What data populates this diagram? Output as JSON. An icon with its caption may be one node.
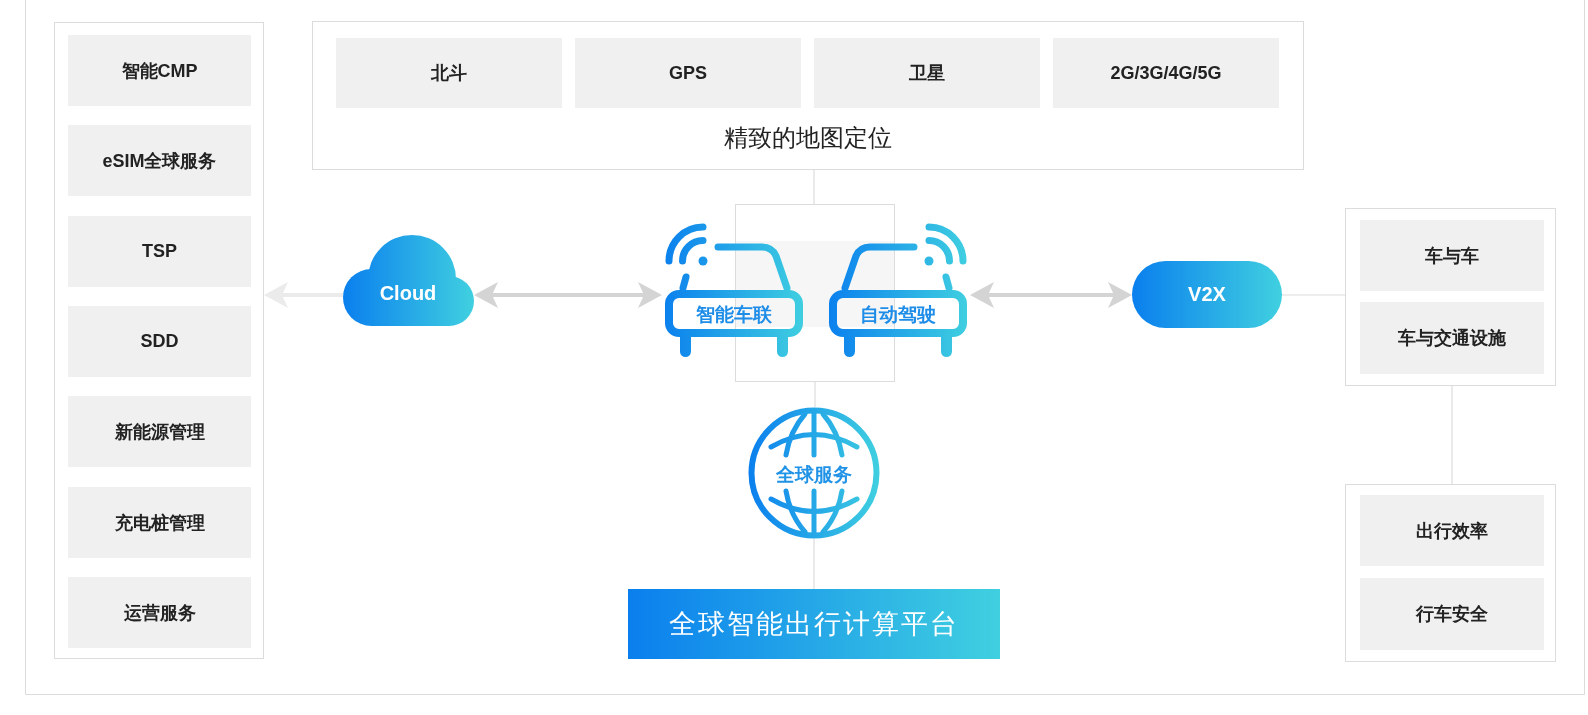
{
  "diagram": {
    "nodes": [
      {
        "text": [],
        "shape": "box"
      },
      {
        "text": [
          "智能CMP"
        ],
        "in": 0
      },
      {
        "text": [
          "eSIM全球服务"
        ],
        "in": 0
      },
      {
        "text": [
          "TSP"
        ],
        "in": 0
      },
      {
        "text": [
          "SDD"
        ],
        "in": 0
      },
      {
        "text": [
          "新能源管理"
        ],
        "in": 0
      },
      {
        "text": [
          "充电桩管理"
        ],
        "in": 0
      },
      {
        "text": [
          "运营服务"
        ],
        "in": 0
      },
      {
        "text": [
          "精致的地图定位"
        ]
      },
      {
        "text": [
          "北斗"
        ],
        "in": 8
      },
      {
        "text": [
          "GPS"
        ],
        "in": 8
      },
      {
        "text": [
          "卫星"
        ],
        "in": 8
      },
      {
        "text": [
          "2G/3G/4G/5G"
        ],
        "in": 8
      },
      {
        "text": [
          "Cloud"
        ]
      },
      {
        "text": [],
        "shape": "box"
      },
      {
        "text": [
          "智能车联"
        ]
      },
      {
        "text": [
          "自动驾驶"
        ]
      },
      {
        "text": [
          "V2X"
        ]
      },
      {
        "text": [],
        "shape": "box"
      },
      {
        "text": [
          "车与车"
        ],
        "in": 18
      },
      {
        "text": [
          "车与交通设施"
        ],
        "in": 18
      },
      {
        "text": [
          "全球服务"
        ]
      },
      {
        "text": [],
        "shape": "box"
      },
      {
        "text": [
          "出行效率"
        ],
        "in": 22
      },
      {
        "text": [
          "行车安全"
        ],
        "in": 22
      },
      {
        "text": [
          "全球智能出行计算平台"
        ]
      }
    ],
    "edges": [
      {
        "from": 13,
        "to": 0,
        "arrow": "to",
        "style": "thick",
        "color": "#ebebeb"
      },
      {
        "from": 13,
        "to": 15,
        "arrow": "both",
        "style": "thick"
      },
      {
        "from": 16,
        "to": 17,
        "arrow": "both",
        "style": "thick"
      },
      {
        "from": 8,
        "to": 14,
        "arrow": "none"
      },
      {
        "from": 14,
        "to": 21,
        "arrow": "none"
      },
      {
        "from": 21,
        "to": 25,
        "arrow": "none"
      },
      {
        "from": 17,
        "to": 18,
        "arrow": "none"
      },
      {
        "from": 18,
        "to": 22,
        "arrow": "none"
      }
    ]
  }
}
